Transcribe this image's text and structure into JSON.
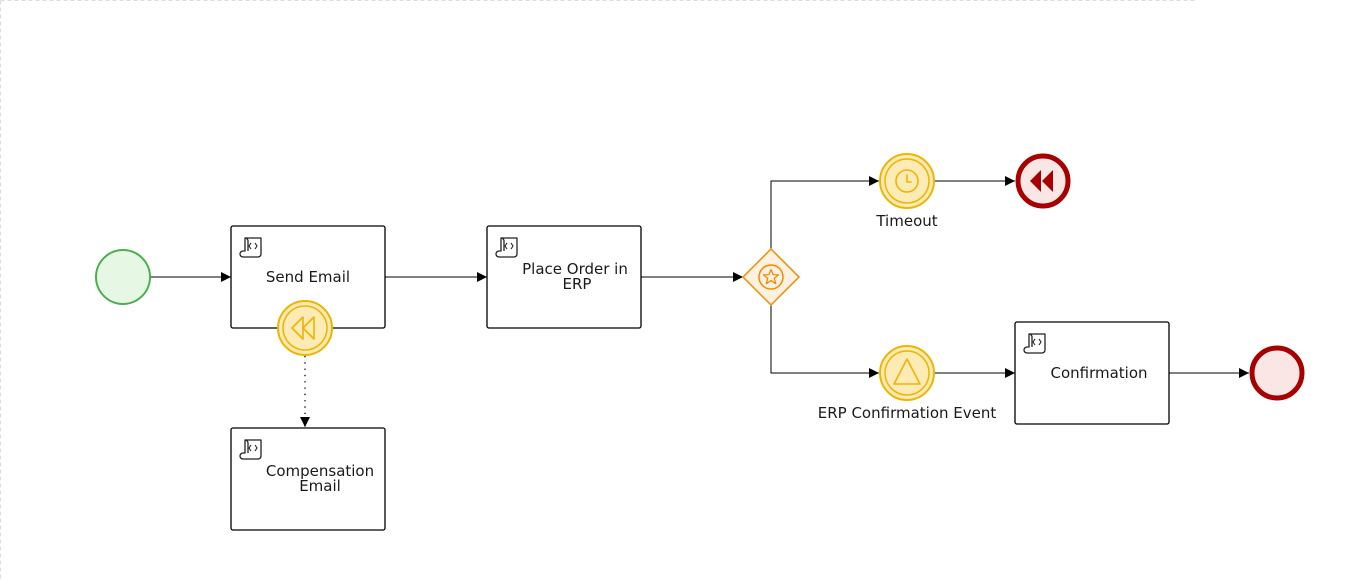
{
  "diagram": {
    "tasks": {
      "send_email": {
        "lines": [
          "Send Email"
        ]
      },
      "place_order": {
        "lines": [
          "Place Order in",
          "ERP"
        ]
      },
      "compensation_email": {
        "lines": [
          "Compensation",
          "Email"
        ]
      },
      "confirmation": {
        "lines": [
          "Confirmation"
        ]
      }
    },
    "events": {
      "timeout": "Timeout",
      "erp_confirmation": "ERP Confirmation Event"
    },
    "colors": {
      "start_fill": "#e6f7e3",
      "start_stroke": "#4caf50",
      "end_fill": "#fbe6e6",
      "end_stroke": "#a60000",
      "event_fill": "#fdebb6",
      "event_stroke": "#f0b400",
      "gateway_fill": "#fff0e0",
      "gateway_stroke": "#f08c00",
      "line": "#000000"
    },
    "icons": {
      "task_icon": "script-icon",
      "boundary_event_icon": "compensation-icon",
      "gateway_icon": "star-icon",
      "timer_icon": "clock-icon",
      "signal_icon": "triangle-icon",
      "end_compensation_icon": "compensation-icon"
    }
  }
}
